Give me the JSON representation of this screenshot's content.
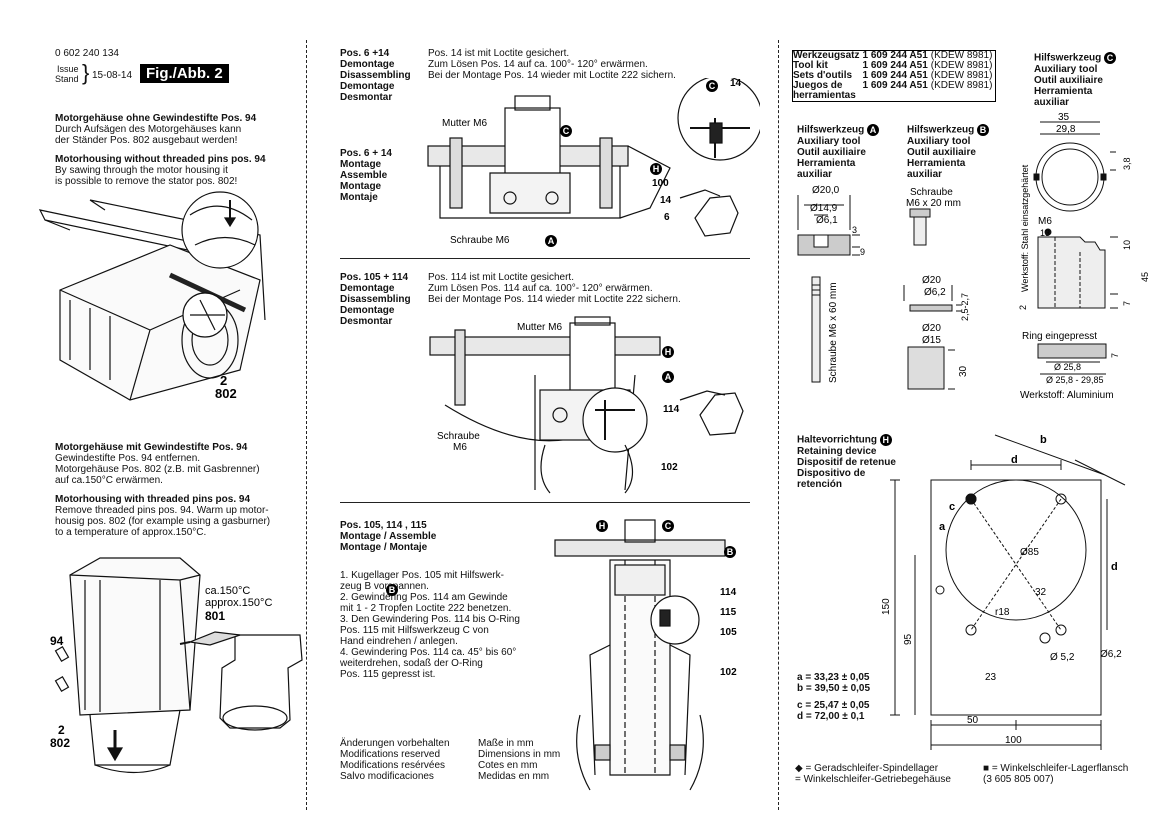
{
  "header": {
    "doc_number": "0 602 240 134",
    "issue_label": "Issue",
    "stand_label": "Stand",
    "date": "15-08-14",
    "fig_label": "Fig./Abb. 2"
  },
  "col1": {
    "s1_title_de": "Motorgehäuse ohne Gewindestifte Pos. 94",
    "s1_text_de": [
      "Durch Aufsägen des Motorgehäuses kann",
      "der Ständer Pos. 802 ausgebaut werden!"
    ],
    "s1_title_en": "Motorhousing without threaded pins pos. 94",
    "s1_text_en": [
      "By sawing through the motor housing it",
      "is possible to remove the stator pos. 802!"
    ],
    "fig1_labels": [
      "2",
      "802"
    ],
    "s2_title_de": "Motorgehäuse mit Gewindestifte Pos. 94",
    "s2_text_de": [
      "Gewindestifte Pos. 94 entfernen.",
      "Motorgehäuse Pos. 802 (z.B. mit Gasbrenner)",
      "auf ca.150°C erwärmen."
    ],
    "s2_title_en": "Motorhousing with threaded pins pos. 94",
    "s2_text_en": [
      "Remove threaded pins pos. 94. Warm up motor-",
      "housig pos. 802 (for example using a gasburner)",
      "to a temperature of approx.150°C."
    ],
    "fig2_labels": {
      "temp1": "ca.150°C",
      "temp2": "approx.150°C",
      "p801": "801",
      "p94": "94",
      "p2": "2",
      "p802": "802"
    }
  },
  "col2": {
    "blockA": {
      "title": [
        "Pos. 6 +14",
        "Demontage",
        "Disassembling",
        "Demontage",
        "Desmontar"
      ],
      "text": [
        "Pos. 14 ist mit Loctite gesichert.",
        "Zum Lösen Pos. 14 auf ca. 100°- 120° erwärmen.",
        "Bei der Montage Pos. 14 wieder mit Loctite 222 sichern."
      ],
      "title2": [
        "Pos. 6 + 14",
        "Montage",
        "Assemble",
        "Montage",
        "Montaje"
      ],
      "labels": {
        "mutter": "Mutter M6",
        "schraube": "Schraube M6",
        "p14a": "14",
        "p100": "100",
        "p14b": "14",
        "p6": "6"
      }
    },
    "blockB": {
      "title": [
        "Pos. 105 + 114",
        "Demontage",
        "Disassembling",
        "Demontage",
        "Desmontar"
      ],
      "text": [
        "Pos. 114 ist mit Loctite gesichert.",
        "Zum Lösen Pos. 114 auf ca. 100°- 120° erwärmen.",
        "Bei der Montage Pos. 114 wieder mit Loctite 222 sichern."
      ],
      "labels": {
        "mutter": "Mutter M6",
        "schraube1": "Schraube",
        "schraube2": "M6",
        "p114": "114",
        "p102": "102"
      }
    },
    "blockC": {
      "title": [
        "Pos. 105, 114 , 115",
        "Montage / Assemble",
        "Montage / Montaje"
      ],
      "steps": [
        [
          "1. Kugellager Pos. 105 mit Hilfswerk-",
          "    zeug B vorspannen."
        ],
        [
          "2. Gewindering Pos. 114 am Gewinde",
          "    mit 1 - 2 Tropfen Loctite 222 benetzen."
        ],
        [
          "3. Den Gewindering Pos. 114 bis O-Ring",
          "    Pos. 115 mit Hilfswerkzeug C von",
          "    Hand eindrehen / anlegen."
        ],
        [
          "4. Gewindering Pos. 114 ca. 45° bis 60°",
          "    weiterdrehen, sodaß der O-Ring",
          "    Pos. 115 gepresst ist."
        ]
      ],
      "labels": {
        "p114": "114",
        "p115": "115",
        "p105": "105",
        "p102": "102"
      }
    },
    "footer_left": [
      "Änderungen vorbehalten",
      "Modifications reserved",
      "Modifications resérvées",
      "Salvo modificaciones"
    ],
    "footer_right": [
      "Maße in mm",
      "Dimensions in mm",
      "Cotes en mm",
      "Medidas en mm"
    ]
  },
  "col3": {
    "kit": {
      "rows": [
        [
          "Werkzeugsatz",
          "1 609 244 A51",
          "(KDEW 8981)"
        ],
        [
          "Tool kit",
          "1 609 244 A51",
          "(KDEW 8981)"
        ],
        [
          "Sets d'outils",
          "1 609 244 A51",
          "(KDEW 8981)"
        ],
        [
          "Juegos de",
          "1 609 244 A51",
          "(KDEW 8981)"
        ],
        [
          "herramientas",
          "",
          ""
        ]
      ]
    },
    "toolC_title": [
      "Hilfswerkzeug",
      "Auxiliary tool",
      "Outil auxiliaire",
      "Herramienta",
      "auxiliar"
    ],
    "toolA_title": [
      "Hilfswerkzeug",
      "Auxiliary tool",
      "Outil auxiliaire",
      "Herramienta",
      "auxiliar"
    ],
    "toolB_title": [
      "Hilfswerkzeug",
      "Auxiliary tool",
      "Outil auxiliaire",
      "Herramienta",
      "auxiliar"
    ],
    "toolA_dims": {
      "d1": "Ø20,0",
      "d2": "Ø14,9",
      "d3": "Ø6,1",
      "h1": "3",
      "h2": "9",
      "rod": "Schraube M6 x 60 mm"
    },
    "toolB_dims": {
      "screw1": "Schraube",
      "screw2": "M6 x 20 mm",
      "d1": "Ø20",
      "d2": "Ø6,2",
      "h1": "2,5-2,7",
      "d3": "Ø20",
      "d4": "Ø15",
      "h2": "30"
    },
    "toolC_dims": {
      "w1": "35",
      "w2": "29,8",
      "h1": "3,8",
      "m6": "M6",
      "n13": "13",
      "h2": "10",
      "h3": "45",
      "h4": "7",
      "h5": "2",
      "steel": "Werkstoff: Stahl einsatzgehärtet",
      "ring": "Ring eingepresst",
      "rd1": "Ø 25,8",
      "rd2": "Ø 25,8 - 29,85",
      "rh": "7",
      "material": "Werkstoff: Aluminium"
    },
    "holder_title": [
      "Haltevorrichtung",
      "Retaining device",
      "Dispositif de retenue",
      "Dispositivo de",
      "retención"
    ],
    "holder_dims": {
      "b": "b",
      "d": "d",
      "a": "a",
      "c": "c",
      "d85": "Ø85",
      "n32": "32",
      "r8": "r18",
      "n23": "23",
      "d52": "Ø 5,2",
      "d62": "Ø6,2",
      "n150": "150",
      "n95": "95",
      "n50": "50",
      "n100": "100"
    },
    "values": [
      "a = 33,23 ± 0,05",
      "b = 39,50 ± 0,05",
      "c = 25,47 ± 0,05",
      "d = 72,00 ± 0,1"
    ],
    "legend_left": [
      "◆ = Geradschleifer-Spindellager",
      "   = Winkelschleifer-Getriebegehäuse"
    ],
    "legend_right": [
      "■ = Winkelschleifer-Lagerflansch",
      "   (3 605 805 007)"
    ],
    "circle_letters": {
      "A": "A",
      "B": "B",
      "C": "C",
      "H": "H"
    }
  }
}
